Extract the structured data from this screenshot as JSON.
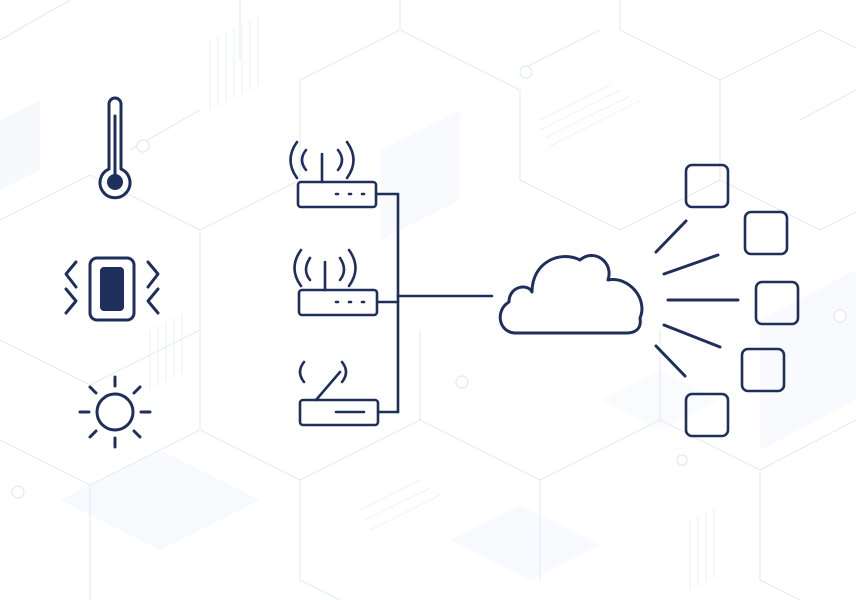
{
  "colors": {
    "ink": "#1f2f5c",
    "background": "#ffffff",
    "background_pattern": "#e6ebf3"
  },
  "diagram": {
    "sensors": [
      {
        "icon": "thermometer-icon"
      },
      {
        "icon": "vibration-sensor-icon"
      },
      {
        "icon": "sun-icon"
      }
    ],
    "gateways": [
      {
        "icon": "router-icon",
        "state": "wifi-active"
      },
      {
        "icon": "router-icon",
        "state": "wifi-active"
      },
      {
        "icon": "router-icon",
        "state": "wifi-disabled"
      }
    ],
    "hub": {
      "icon": "cloud-icon"
    },
    "endpoints": [
      {
        "icon": "endpoint-box-icon"
      },
      {
        "icon": "endpoint-box-icon"
      },
      {
        "icon": "endpoint-box-icon"
      },
      {
        "icon": "endpoint-box-icon"
      },
      {
        "icon": "endpoint-box-icon"
      }
    ]
  }
}
